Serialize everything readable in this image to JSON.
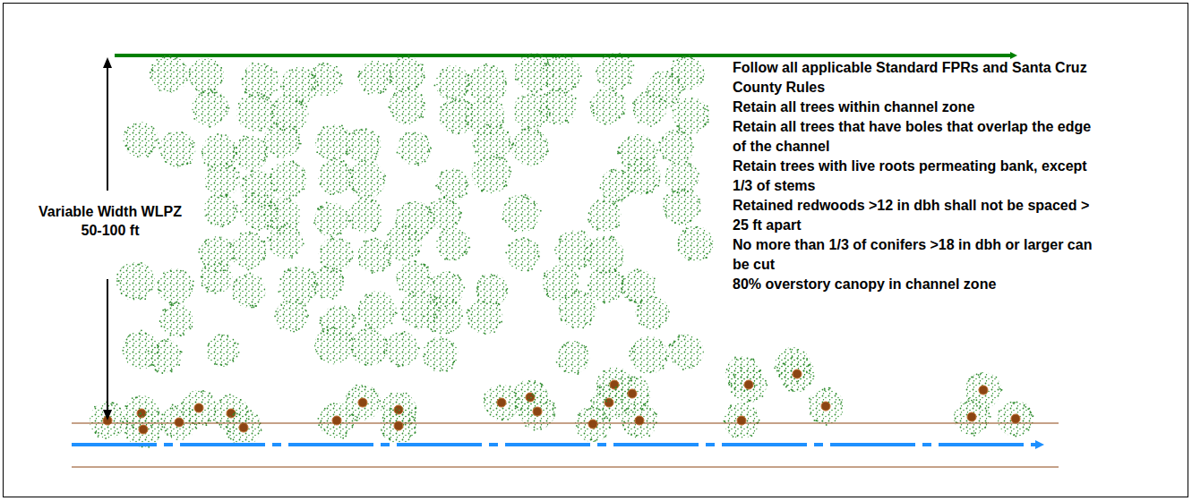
{
  "diagram": {
    "labels": [
      "Variable Width WLPZ",
      "50-100 ft",
      "Follow all applicable Standard FPRs and Santa Cruz County Rules",
      "Retain all trees within channel zone",
      "Retain all trees that have boles that overlap the edge of the channel",
      "Retain trees with live roots permeating bank, except 1/3 of stems",
      "Retained redwoods >12 in dbh shall not be spaced > 25 ft apart",
      "No more than 1/3 of conifers >18 in dbh or larger can be cut",
      "80% overstory canopy in channel zone"
    ]
  }
}
